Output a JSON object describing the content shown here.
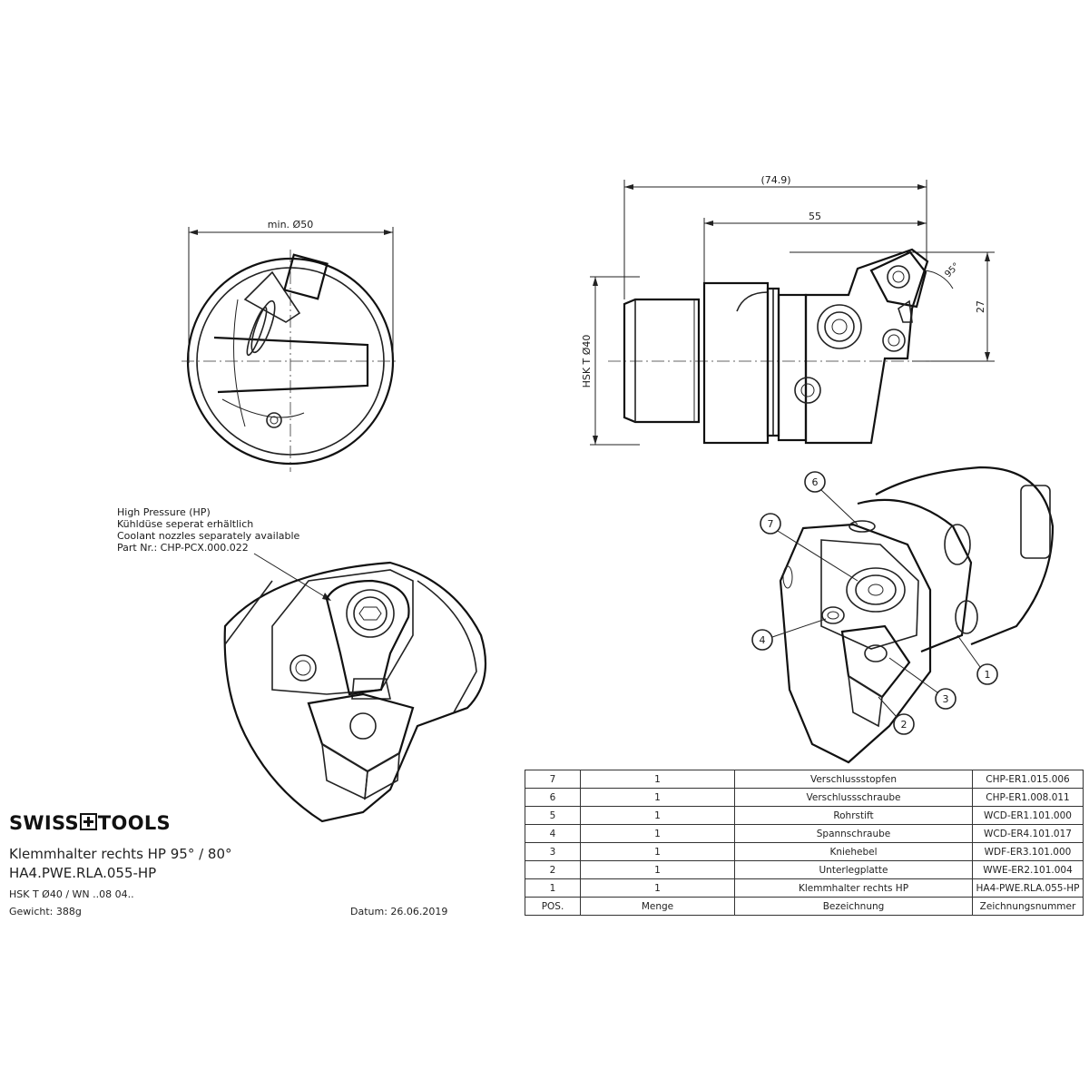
{
  "drawing": {
    "top_view": {
      "dim_label": "min. Ø50"
    },
    "side_view": {
      "dim_total": "(74.9)",
      "dim_length": "55",
      "dim_height": "27",
      "angle": "95°",
      "shank_label": "HSK T Ø40"
    },
    "note": {
      "line1": "High Pressure (HP)",
      "line2": "Kühldüse seperat erhältlich",
      "line3": "Coolant nozzles separately available",
      "line4": "Part Nr.: CHP-PCX.000.022"
    },
    "balloons": [
      "1",
      "2",
      "3",
      "4",
      "6",
      "7"
    ]
  },
  "brand": {
    "left": "SWISS",
    "right": "TOOLS"
  },
  "title": {
    "name": "Klemmhalter rechts HP 95° / 80°",
    "code": "HA4.PWE.RLA.055-HP",
    "spec": "HSK T Ø40 / WN ..08 04..",
    "weight": "Gewicht: 388g",
    "date": "Datum: 26.06.2019"
  },
  "bom": {
    "headers": [
      "POS.",
      "Menge",
      "Bezeichnung",
      "Zeichnungsnummer"
    ],
    "rows": [
      [
        "7",
        "1",
        "Verschlussstopfen",
        "CHP-ER1.015.006"
      ],
      [
        "6",
        "1",
        "Verschlussschraube",
        "CHP-ER1.008.011"
      ],
      [
        "5",
        "1",
        "Rohrstift",
        "WCD-ER1.101.000"
      ],
      [
        "4",
        "1",
        "Spannschraube",
        "WCD-ER4.101.017"
      ],
      [
        "3",
        "1",
        "Kniehebel",
        "WDF-ER3.101.000"
      ],
      [
        "2",
        "1",
        "Unterlegplatte",
        "WWE-ER2.101.004"
      ],
      [
        "1",
        "1",
        "Klemmhalter rechts HP",
        "HA4-PWE.RLA.055-HP"
      ]
    ]
  }
}
